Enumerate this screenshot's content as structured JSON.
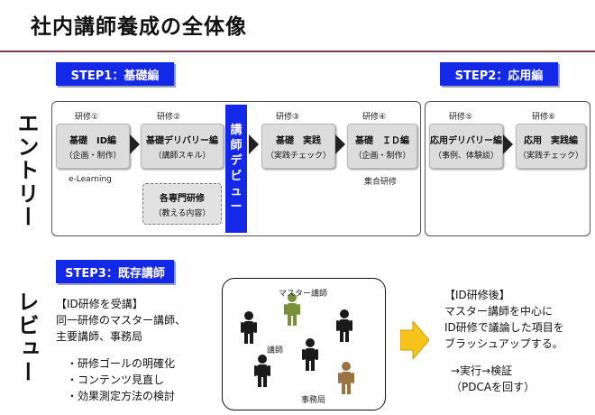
{
  "title": "社内講師養成の全体像",
  "steps": {
    "step1": "STEP1：基礎編",
    "step2": "STEP2：応用編",
    "step3": "STEP3：既存講師"
  },
  "sections": {
    "entry": "エントリー",
    "review": "レビュー"
  },
  "trainings": [
    {
      "num": "研修①",
      "name": "基礎　ID編",
      "sub": "（企画・制作）",
      "note": "e-Learning"
    },
    {
      "num": "研修②",
      "name": "基礎デリバリー編",
      "sub": "（講師スキル）",
      "note": ""
    },
    {
      "num": "研修③",
      "name": "基礎　実践",
      "sub": "（実践チェック）",
      "note": ""
    },
    {
      "num": "研修④",
      "name": "基礎　ＩＤ編",
      "sub": "（企画・制作）",
      "note": "集合研修"
    },
    {
      "num": "研修⑤",
      "name": "応用デリバリー編",
      "sub": "（事例、体験談）",
      "note": ""
    },
    {
      "num": "研修⑥",
      "name": "応用　実践編",
      "sub": "（実践チェック）",
      "note": ""
    }
  ],
  "specialty": {
    "name": "各専門研修",
    "sub": "（教える内容）"
  },
  "debut_chars": [
    "講",
    "師",
    "デ",
    "ビ",
    "ュ",
    "ー"
  ],
  "review_left": {
    "heading": "【ID研修を受講】",
    "line1": "同一研修のマスター講師、",
    "line2": "主要講師、事務局",
    "bullets": [
      "研修ゴールの明確化",
      "コンテンツ見直し",
      "効果測定方法の検討"
    ]
  },
  "people": {
    "master": "マスター講師",
    "lecturer": "講師",
    "office": "事務局"
  },
  "colors": {
    "black": "#1a1a1a",
    "master": "#7a8f3a",
    "office": "#9a7340",
    "arrow": "#f7c21b",
    "accent": "#1428e8"
  },
  "review_right": {
    "heading": "【ID研修後】",
    "line1": "マスター講師を中心に",
    "line2": "ID研修で議論した項目を",
    "line3": "ブラッシュアップする。",
    "line4": "→実行→検証",
    "line5": "（PDCAを回す）"
  }
}
